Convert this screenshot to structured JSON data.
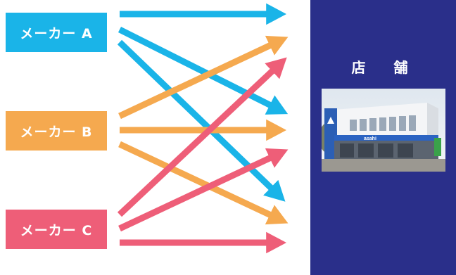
{
  "makers": [
    {
      "label": "メーカー A",
      "color": "#1ab4e8"
    },
    {
      "label": "メーカー B",
      "color": "#f5a94f"
    },
    {
      "label": "メーカー C",
      "color": "#ee5e78"
    }
  ],
  "store": {
    "title": "店　舗",
    "panel_color": "#2a2f8a",
    "photo_alt": "asahi store building",
    "photo_sign": "asahi"
  }
}
